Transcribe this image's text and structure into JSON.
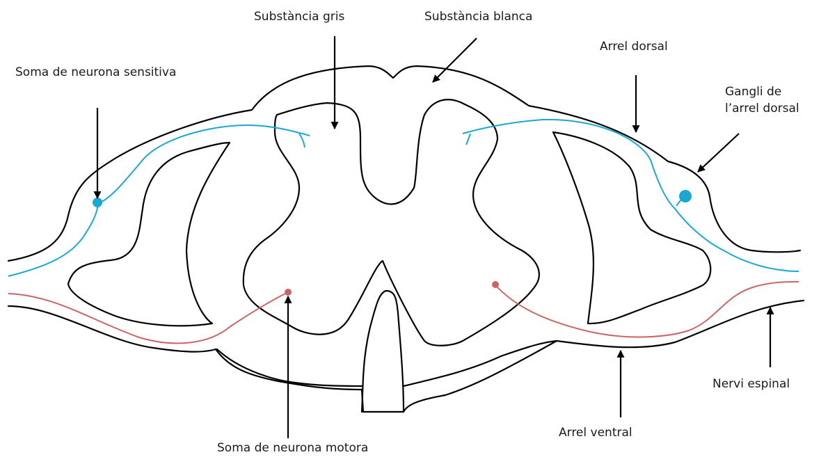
{
  "labels": {
    "gray_matter": "Substància gris",
    "white_matter": "Substància blanca",
    "dorsal_root": "Arrel dorsal",
    "sensory_soma": "Soma de neurona sensitiva",
    "ganglion_line1": "Gangli de",
    "ganglion_line2": "l’arrel dorsal",
    "spinal_nerve": "Nervi espinal",
    "ventral_root": "Arrel ventral",
    "motor_soma": "Soma de neurona motora"
  },
  "colors": {
    "outline": "#000000",
    "sensory_neuron": "#1aa7d6",
    "motor_neuron": "#cc6464",
    "label_text": "#1a1a1a"
  }
}
